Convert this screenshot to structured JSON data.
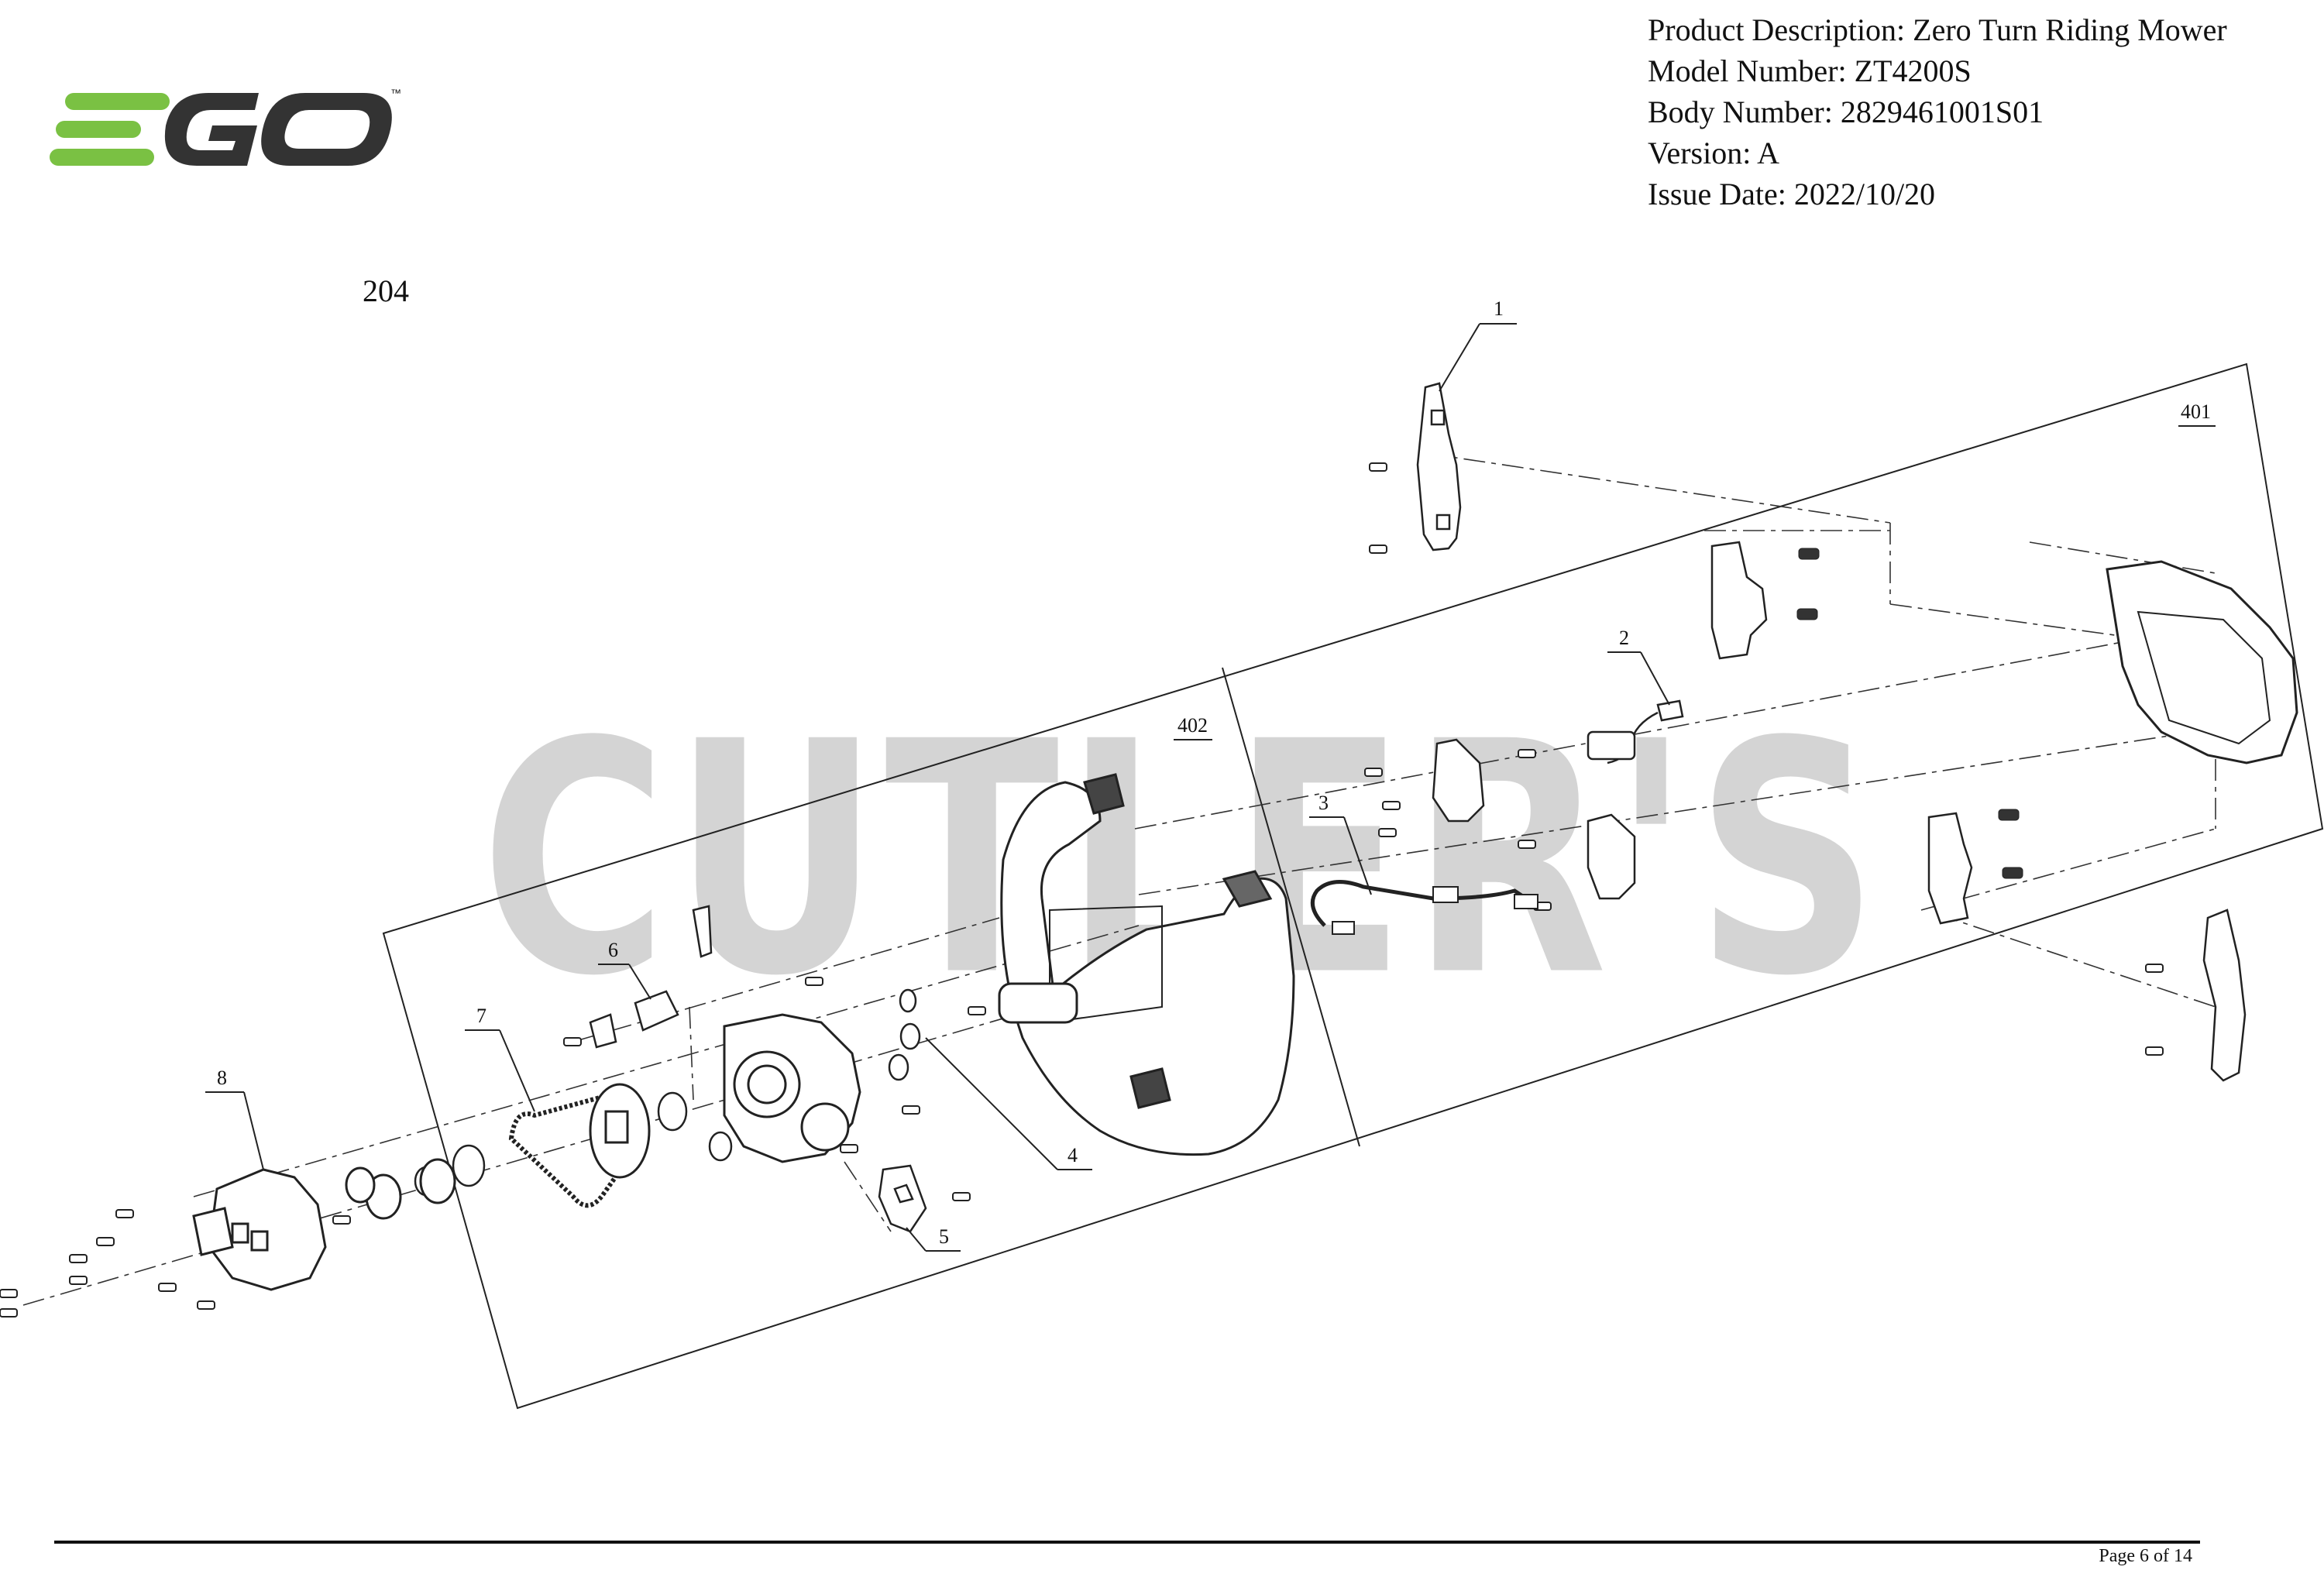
{
  "header": {
    "product_description": "Product Description: Zero Turn Riding Mower",
    "model_number": "Model Number: ZT4200S",
    "body_number": "Body Number: 2829461001S01",
    "version": "Version: A",
    "issue_date": "Issue Date: 2022/10/20"
  },
  "logo": {
    "text": "EGO",
    "trademark": "™",
    "colors": {
      "accent": "#7AC143",
      "dark": "#333333"
    }
  },
  "page_ref": "204",
  "watermark": "CUTLER'S",
  "diagram": {
    "assembly_labels": [
      "401",
      "402"
    ],
    "callouts": [
      "1",
      "2",
      "3",
      "4",
      "5",
      "6",
      "7",
      "8"
    ]
  },
  "footer": {
    "page": "Page 6 of 14"
  }
}
